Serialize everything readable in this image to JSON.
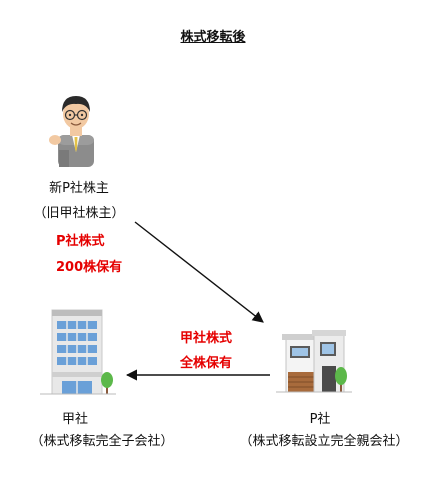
{
  "title": "株式移転後",
  "shareholder": {
    "name": "新P社株主",
    "former": "（旧甲社株主）",
    "holding_line1": "P社株式",
    "holding_line2": "200株保有"
  },
  "subsidiary": {
    "name": "甲社",
    "role": "（株式移転完全子会社）"
  },
  "parent": {
    "name": "P社",
    "role": "（株式移転設立完全親会社）",
    "holding_line1": "甲社株式",
    "holding_line2": "全株保有"
  },
  "colors": {
    "accent_red": "#e50000",
    "arrow": "#111111",
    "building_blue": "#6aa0d8",
    "tree_green": "#5cb84a"
  }
}
